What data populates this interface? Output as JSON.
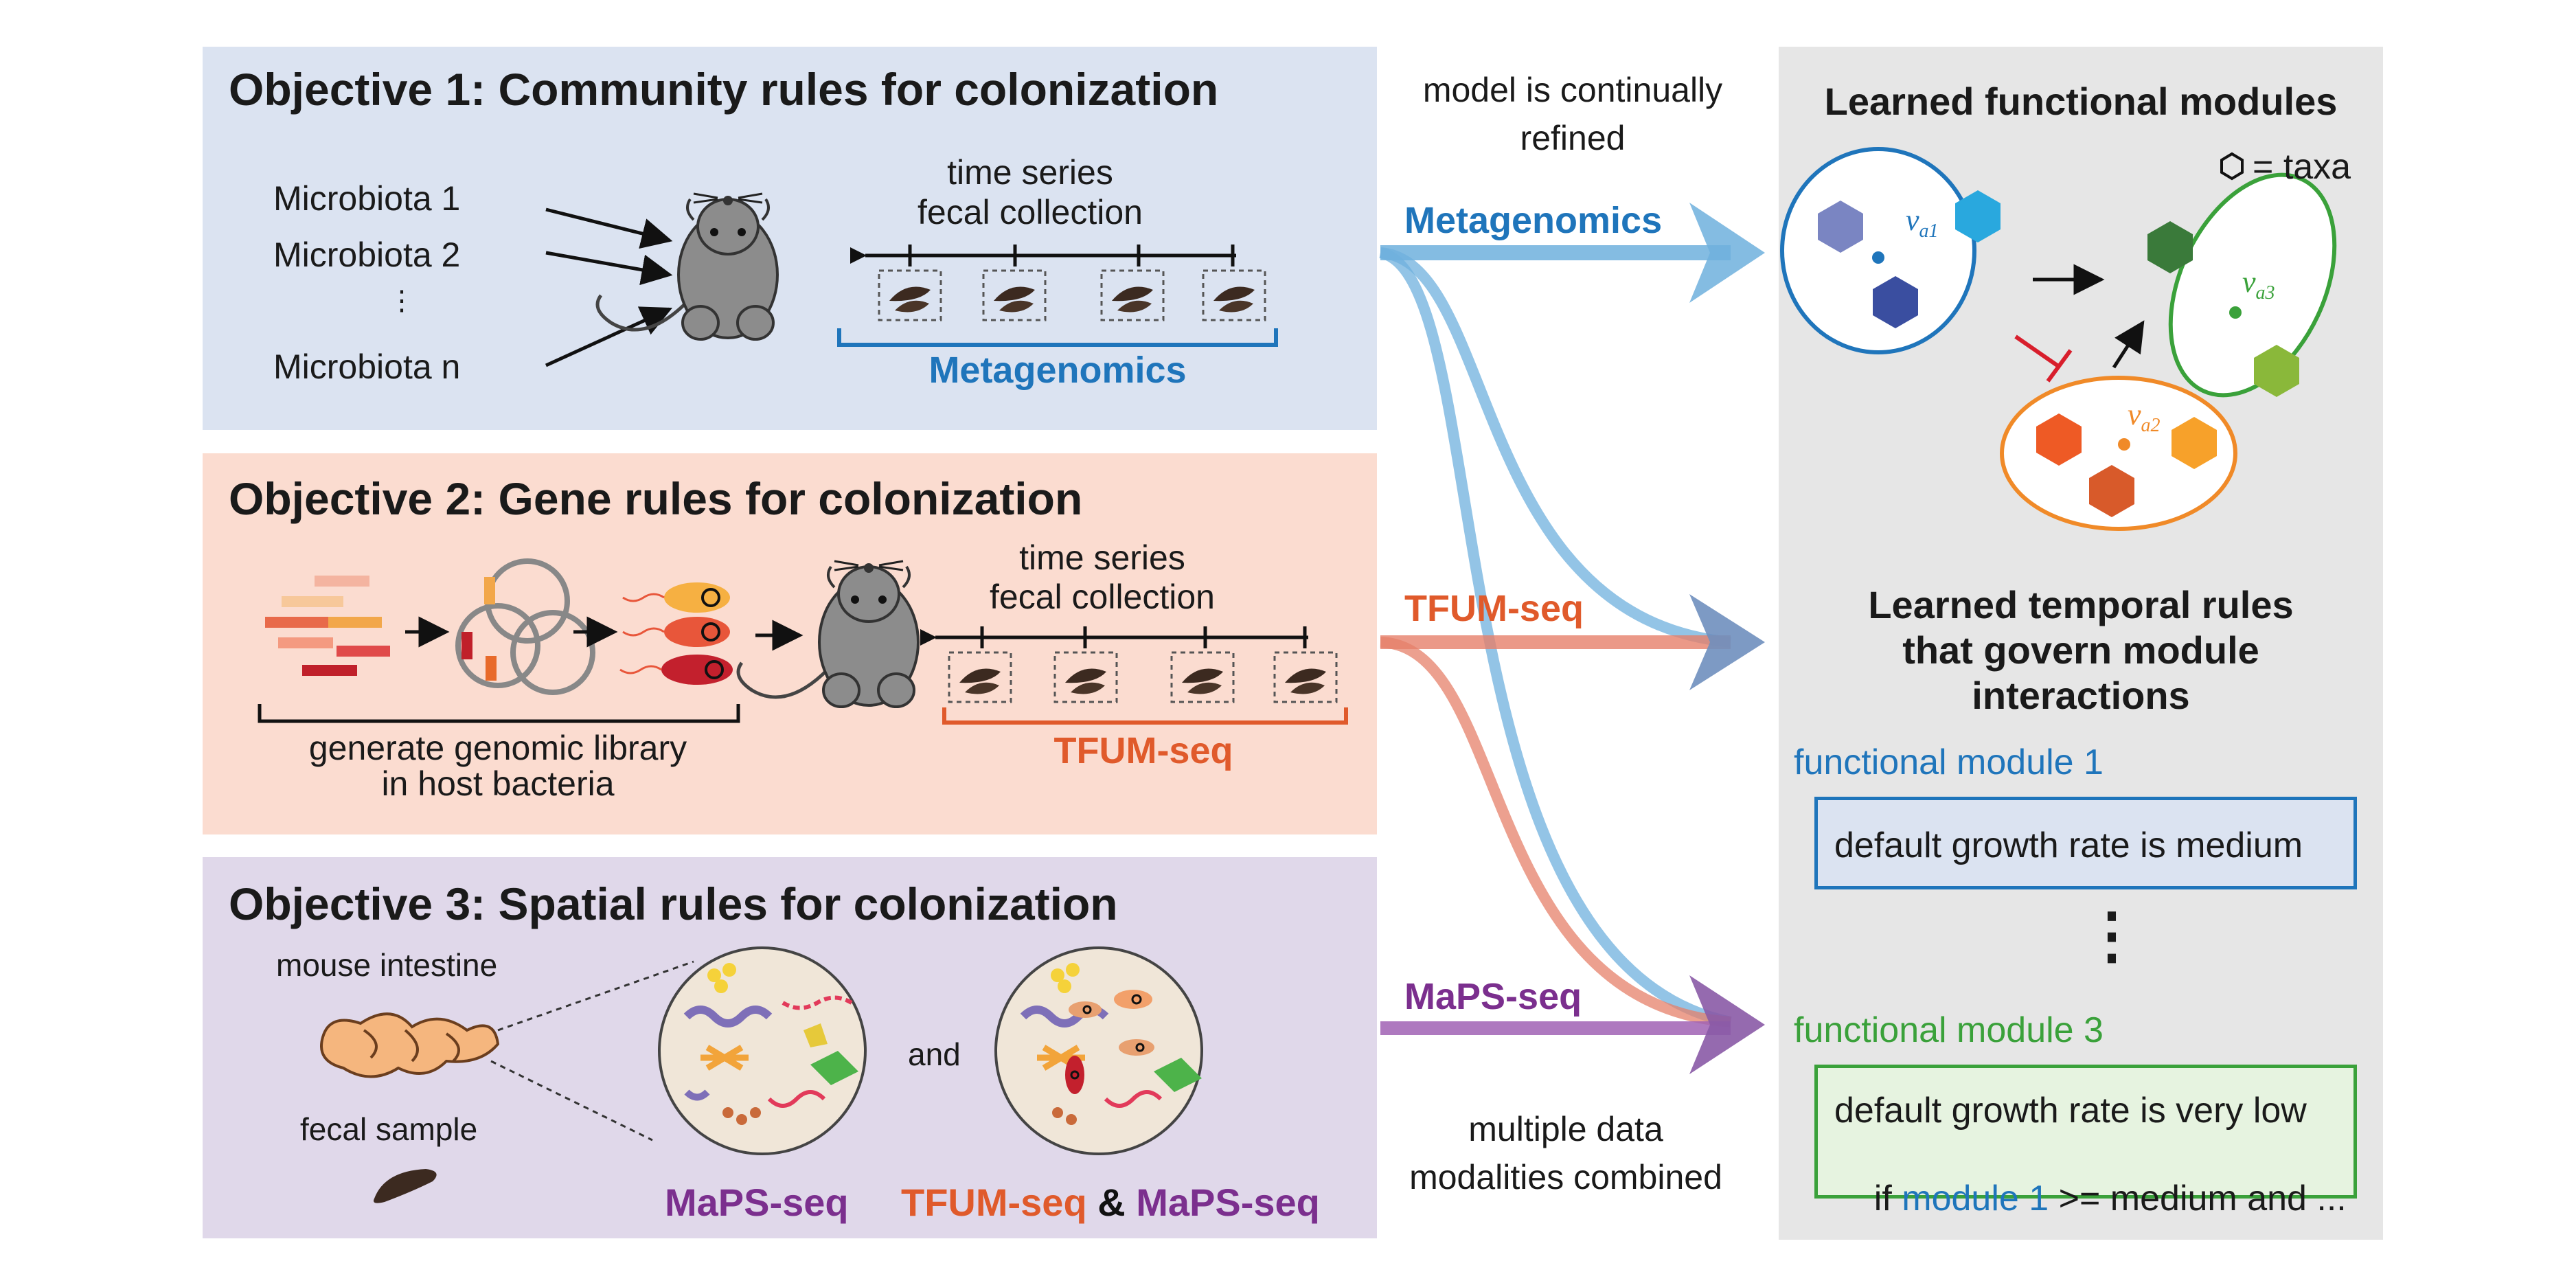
{
  "objective1": {
    "title": "Objective 1: Community rules for colonization",
    "microbiota": [
      "Microbiota 1",
      "Microbiota 2",
      "⋮",
      "Microbiota n"
    ],
    "timeseries_line1": "time series",
    "timeseries_line2": "fecal collection",
    "method": "Metagenomics"
  },
  "objective2": {
    "title": "Objective 2: Gene rules for colonization",
    "timeseries_line1": "time series",
    "timeseries_line2": "fecal collection",
    "library_line1": "generate genomic library",
    "library_line2": "in host bacteria",
    "method": "TFUM-seq"
  },
  "objective3": {
    "title": "Objective 3: Spatial rules for colonization",
    "intestine_label": "mouse intestine",
    "fecal_label": "fecal sample",
    "and_label": "and",
    "method_left": "MaPS-seq",
    "method_right_a": "TFUM-seq",
    "method_right_amp": "&",
    "method_right_b": "MaPS-seq"
  },
  "middle": {
    "top_note_line1": "model is continually",
    "top_note_line2": "refined",
    "arrow_metagenomics": "Metagenomics",
    "arrow_tfum": "TFUM-seq",
    "arrow_maps": "MaPS-seq",
    "bottom_note_line1": "multiple data",
    "bottom_note_line2": "modalities combined"
  },
  "right": {
    "modules_title": "Learned functional modules",
    "taxa_legend": "= taxa",
    "va1_main": "v",
    "va1_sub": "a1",
    "va2_main": "v",
    "va2_sub": "a2",
    "va3_main": "v",
    "va3_sub": "a3",
    "rules_title_line1": "Learned temporal rules",
    "rules_title_line2": "that govern module",
    "rules_title_line3": "interactions",
    "module1_label": "functional module 1",
    "module1_rule": "default growth rate is medium",
    "ellipsis": "⋮",
    "module3_label": "functional module 3",
    "module3_rule_line1": "default growth rate is very low",
    "module3_rule_line2_a": "if ",
    "module3_rule_line2_b": "module 1",
    "module3_rule_line2_c": " >= medium and ..."
  },
  "colors": {
    "objective1_bg": "#dbe3f1",
    "objective2_bg": "#fbdcd0",
    "objective3_bg": "#e0d8ea",
    "right_bg": "#e6e6e6",
    "metagenomics_blue": "#1f75bb",
    "tfum_orange": "#e05a2b",
    "maps_purple": "#7b2f8e",
    "module_green": "#3aa13a",
    "inhibit_red": "#d81e2c"
  }
}
